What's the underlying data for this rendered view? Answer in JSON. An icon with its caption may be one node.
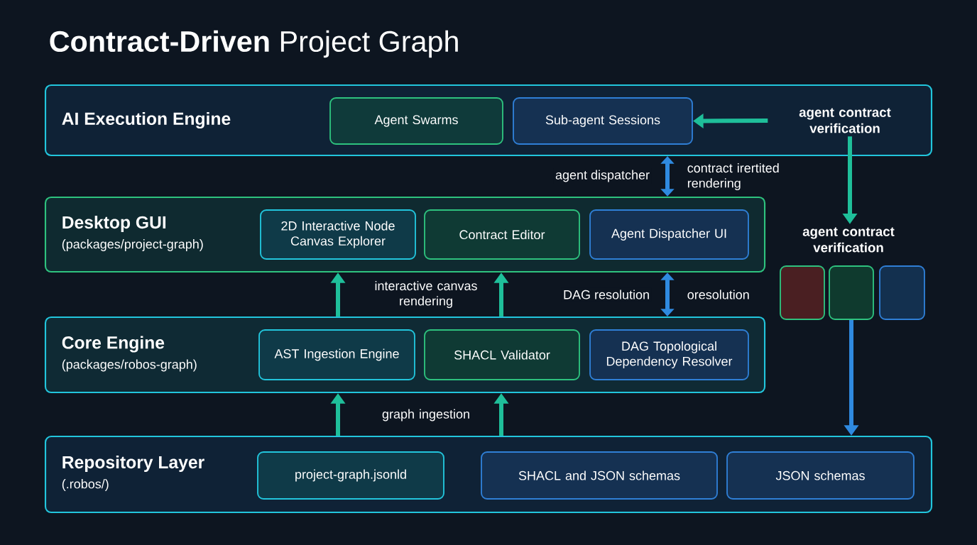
{
  "diagram": {
    "title": "**Contract-Driven** Project Graph",
    "nodes": [
      {
        "text": [
          "AI Execution Engine"
        ]
      },
      {
        "text": [
          "Agent Swarms"
        ],
        "in": 0
      },
      {
        "text": [
          "Sub-agent Sessions"
        ],
        "in": 0
      },
      {
        "text": [
          "agent contract verification"
        ],
        "in": 0
      },
      {
        "text": [
          "Desktop GUI",
          "(packages/project-graph)"
        ]
      },
      {
        "text": [
          "2D Interactive Node Canvas Explorer"
        ],
        "in": 4
      },
      {
        "text": [
          "Contract Editor"
        ],
        "in": 4
      },
      {
        "text": [
          "Agent Dispatcher UI"
        ],
        "in": 4
      },
      {
        "text": [
          "Core Engine",
          "(packages/robos-graph)"
        ]
      },
      {
        "text": [
          "AST Ingestion Engine"
        ],
        "in": 8
      },
      {
        "text": [
          "SHACL Validator"
        ],
        "in": 8
      },
      {
        "text": [
          "DAG Topological Dependency Resolver"
        ],
        "in": 8
      },
      {
        "text": [
          "Repository Layer",
          "(.robos/)"
        ]
      },
      {
        "text": [
          "project-graph.jsonld"
        ],
        "in": 12
      },
      {
        "text": [
          "SHACL and JSON schemas"
        ],
        "in": 12
      },
      {
        "text": [
          "JSON schemas"
        ],
        "in": 12
      },
      {
        "text": [
          "agent contract verification"
        ]
      },
      {
        "text": [],
        "shape": "box"
      },
      {
        "text": [],
        "shape": "box"
      },
      {
        "text": [],
        "shape": "box"
      }
    ],
    "edges": [
      {
        "from": 3,
        "to": 2,
        "arrow": "to"
      },
      {
        "from": 3,
        "to": 16,
        "arrow": "to"
      },
      {
        "from": 0,
        "to": 4,
        "arrow": "both",
        "label": "agent dispatcher",
        "color": "#2f8ae0"
      },
      {
        "from": 8,
        "to": 4,
        "arrow": "to"
      },
      {
        "from": 8,
        "to": 4,
        "arrow": "to"
      },
      {
        "from": 4,
        "to": 8,
        "arrow": "both",
        "label": "DAG resolution",
        "color": "#2f8ae0"
      },
      {
        "from": 12,
        "to": 8,
        "arrow": "to"
      },
      {
        "from": 12,
        "to": 8,
        "arrow": "to"
      },
      {
        "from": 18,
        "to": 12,
        "arrow": "to",
        "color": "#2f8ae0"
      }
    ],
    "labels": [
      "contract irertited rendering",
      "interactive canvas rendering",
      "oresolution",
      "graph ingestion"
    ]
  }
}
